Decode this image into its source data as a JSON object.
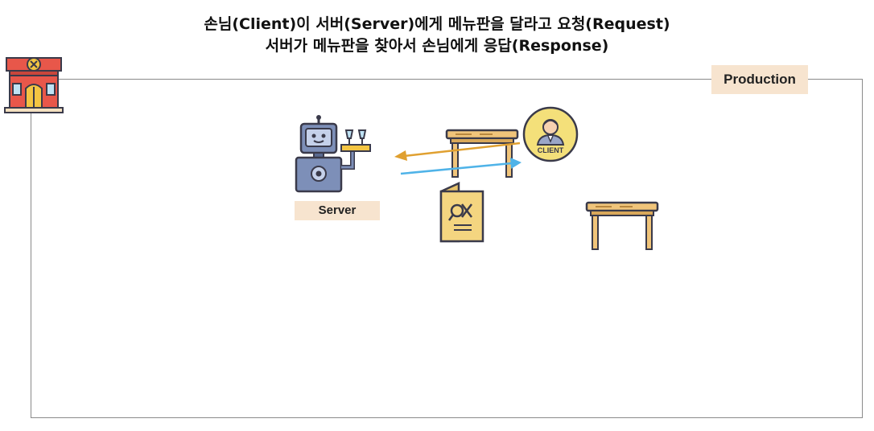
{
  "header": {
    "line1": "손님(Client)이 서버(Server)에게 메뉴판을 달라고 요청(Request)",
    "line2": "서버가 메뉴판을 찾아서 손님에게 응답(Response)"
  },
  "environment": {
    "label": "Production"
  },
  "server": {
    "label": "Server"
  },
  "client": {
    "badge": "CLIENT"
  },
  "colors": {
    "request_arrow": "#4fb3e8",
    "response_arrow": "#e0a030",
    "label_bg": "#f7e4cf",
    "frame_border": "#8a8a8a"
  },
  "icons": [
    "restaurant-icon",
    "robot-server-icon",
    "table-icon",
    "client-avatar-icon",
    "menu-book-icon"
  ]
}
